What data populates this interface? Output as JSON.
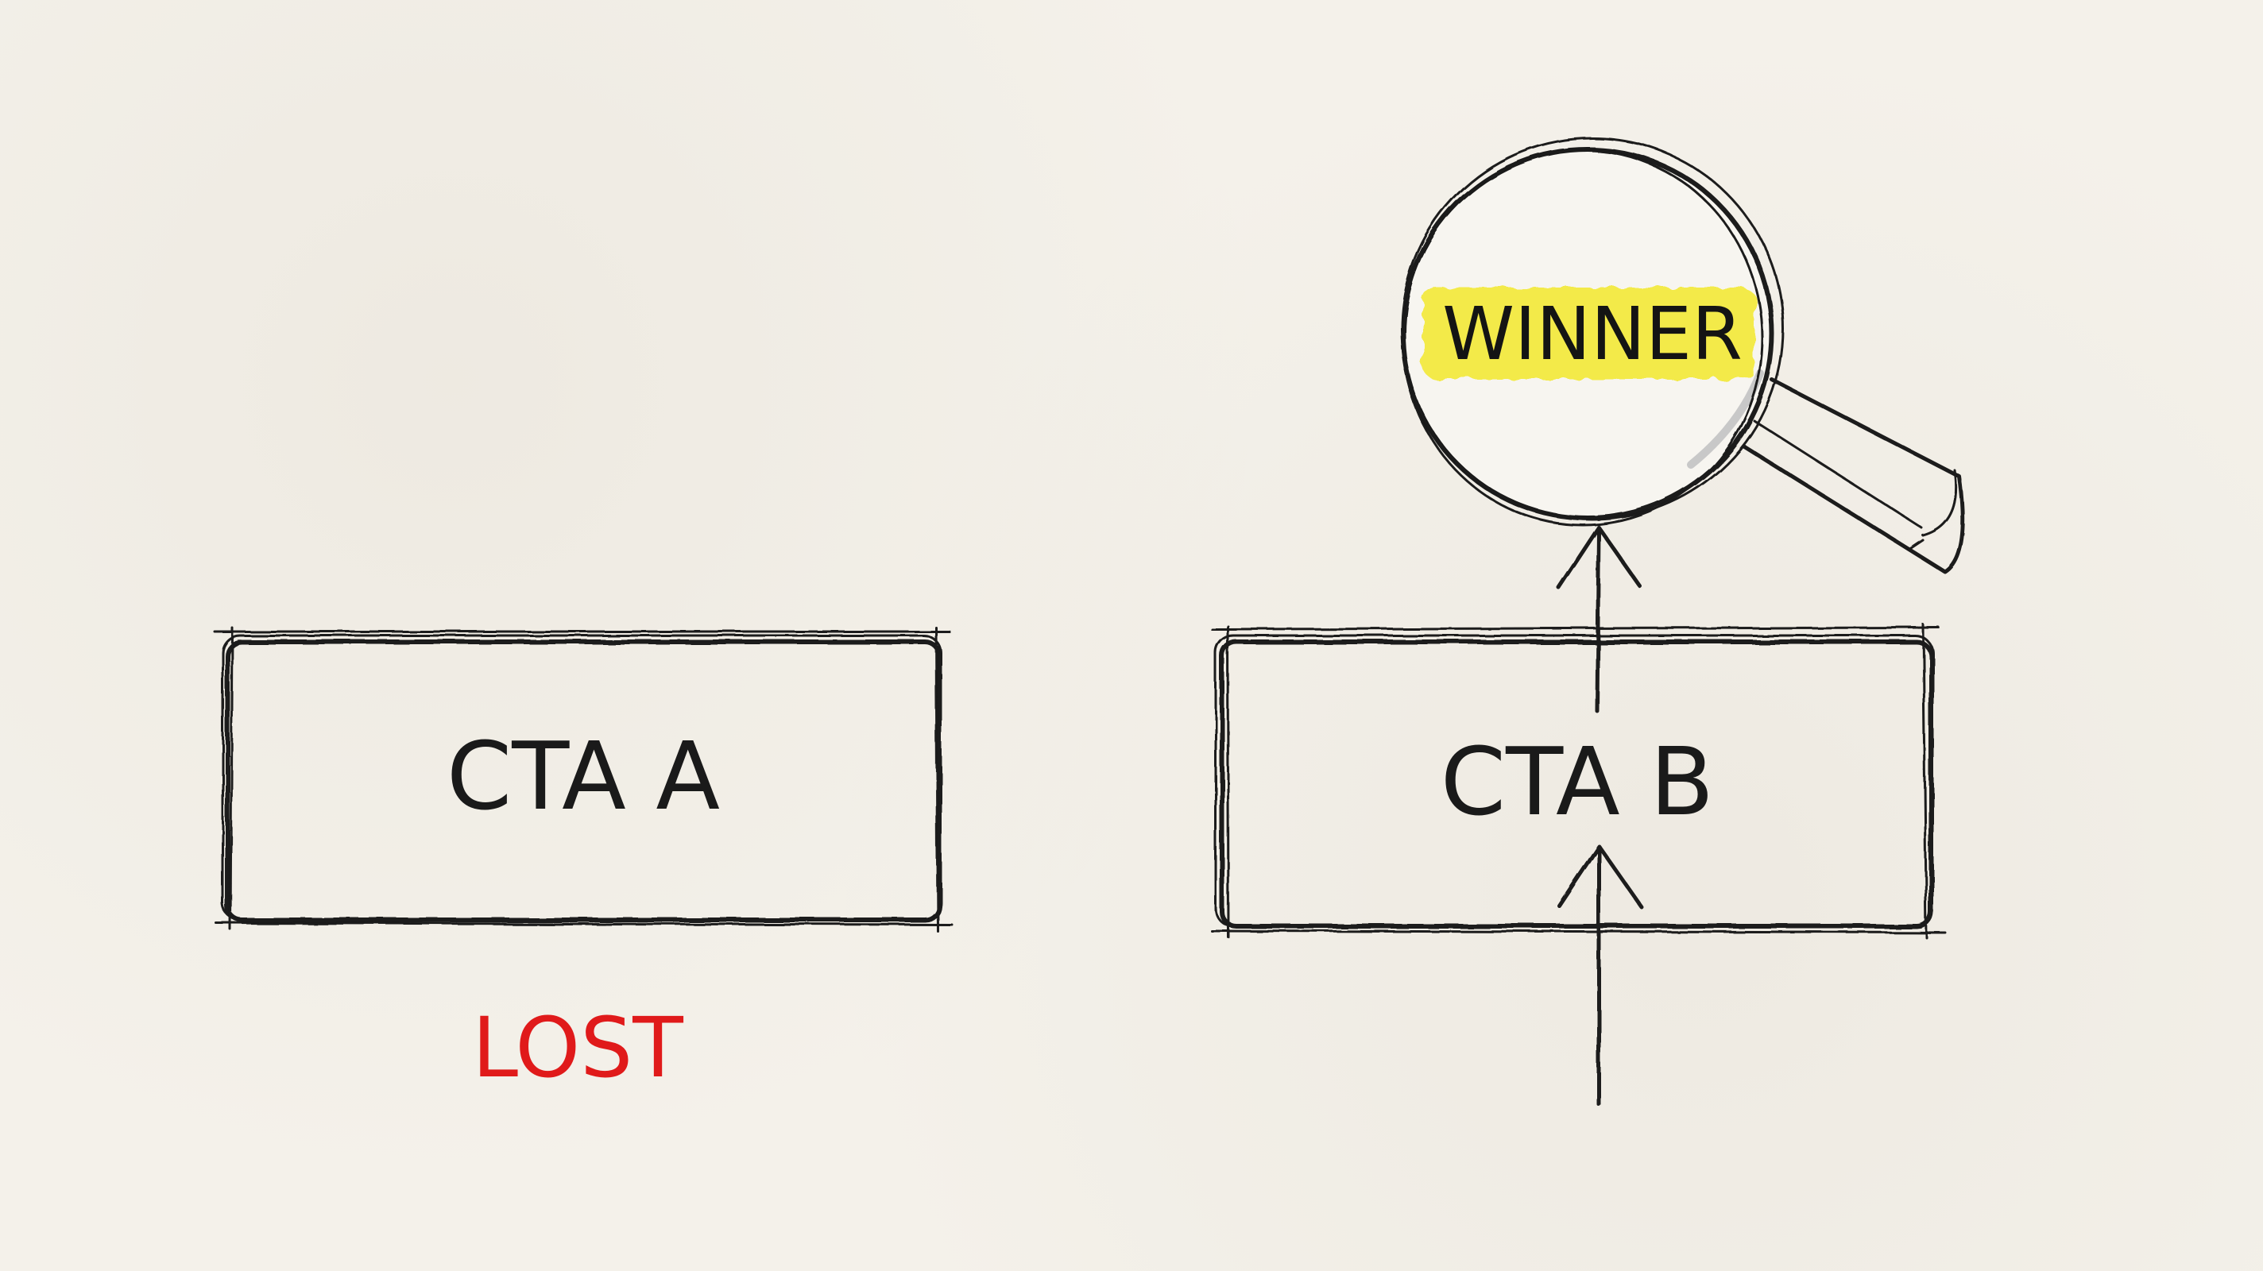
{
  "variant_a": {
    "label": "CTA A",
    "result": "LOST"
  },
  "variant_b": {
    "label": "CTA B"
  },
  "magnifier": {
    "text": "WINNER",
    "highlight_color": "#f3ea3a"
  },
  "colors": {
    "ink": "#1a1a1a",
    "lost": "#e01a1a",
    "paper": "#f4f1ea"
  },
  "icons": {
    "magnifier": "magnifying-glass-icon",
    "arrow": "arrow-up-icon"
  }
}
